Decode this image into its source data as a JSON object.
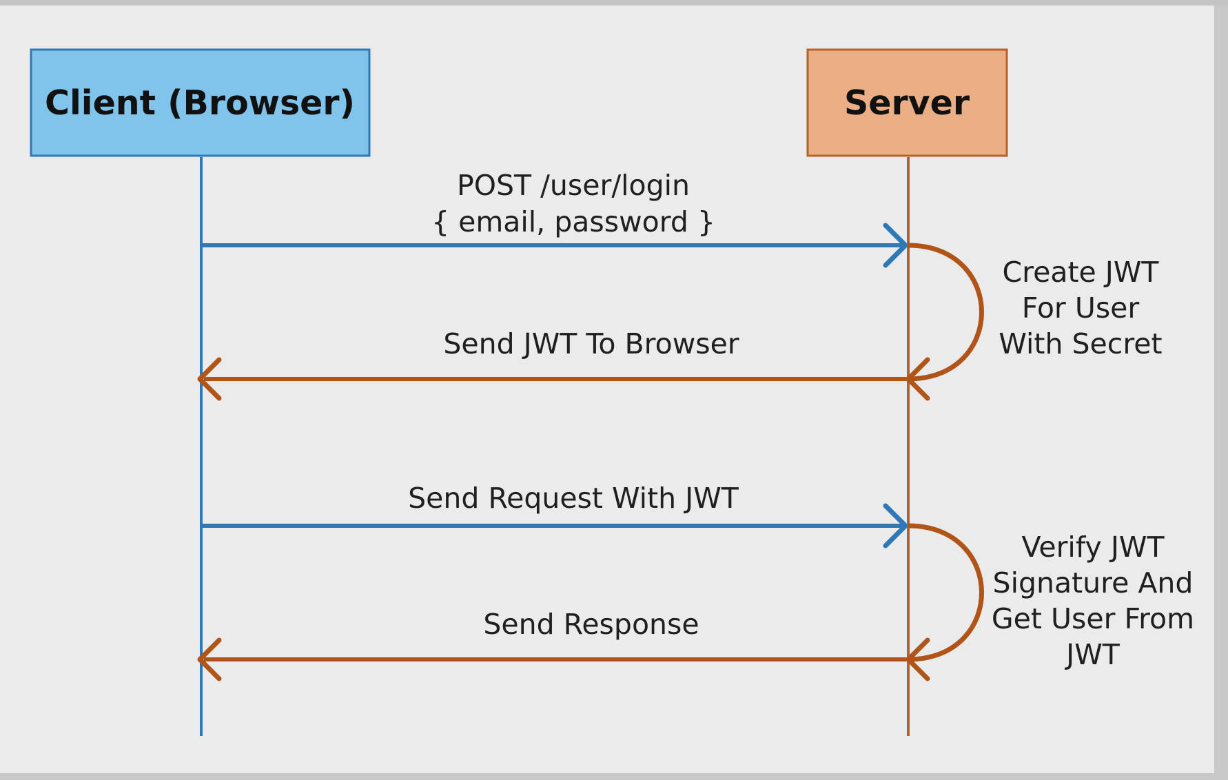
{
  "colors": {
    "background": "#ebebeb",
    "client_fill": "#80c4ec",
    "client_stroke": "#2e78b8",
    "server_fill": "#ecae84",
    "server_stroke": "#b8602a",
    "request_arrow": "#2e78b8",
    "response_arrow": "#b05418"
  },
  "actors": {
    "client": "Client (Browser)",
    "server": "Server"
  },
  "messages": {
    "login_request": {
      "line1": "POST  /user/login",
      "line2": "{ email, password }"
    },
    "jwt_response": "Send JWT To Browser",
    "auth_request": "Send Request With JWT",
    "final_response": "Send Response"
  },
  "notes": {
    "create_jwt": [
      "Create JWT",
      "For User",
      "With Secret"
    ],
    "verify_jwt": [
      "Verify JWT",
      "Signature And",
      "Get User From",
      "JWT"
    ]
  }
}
